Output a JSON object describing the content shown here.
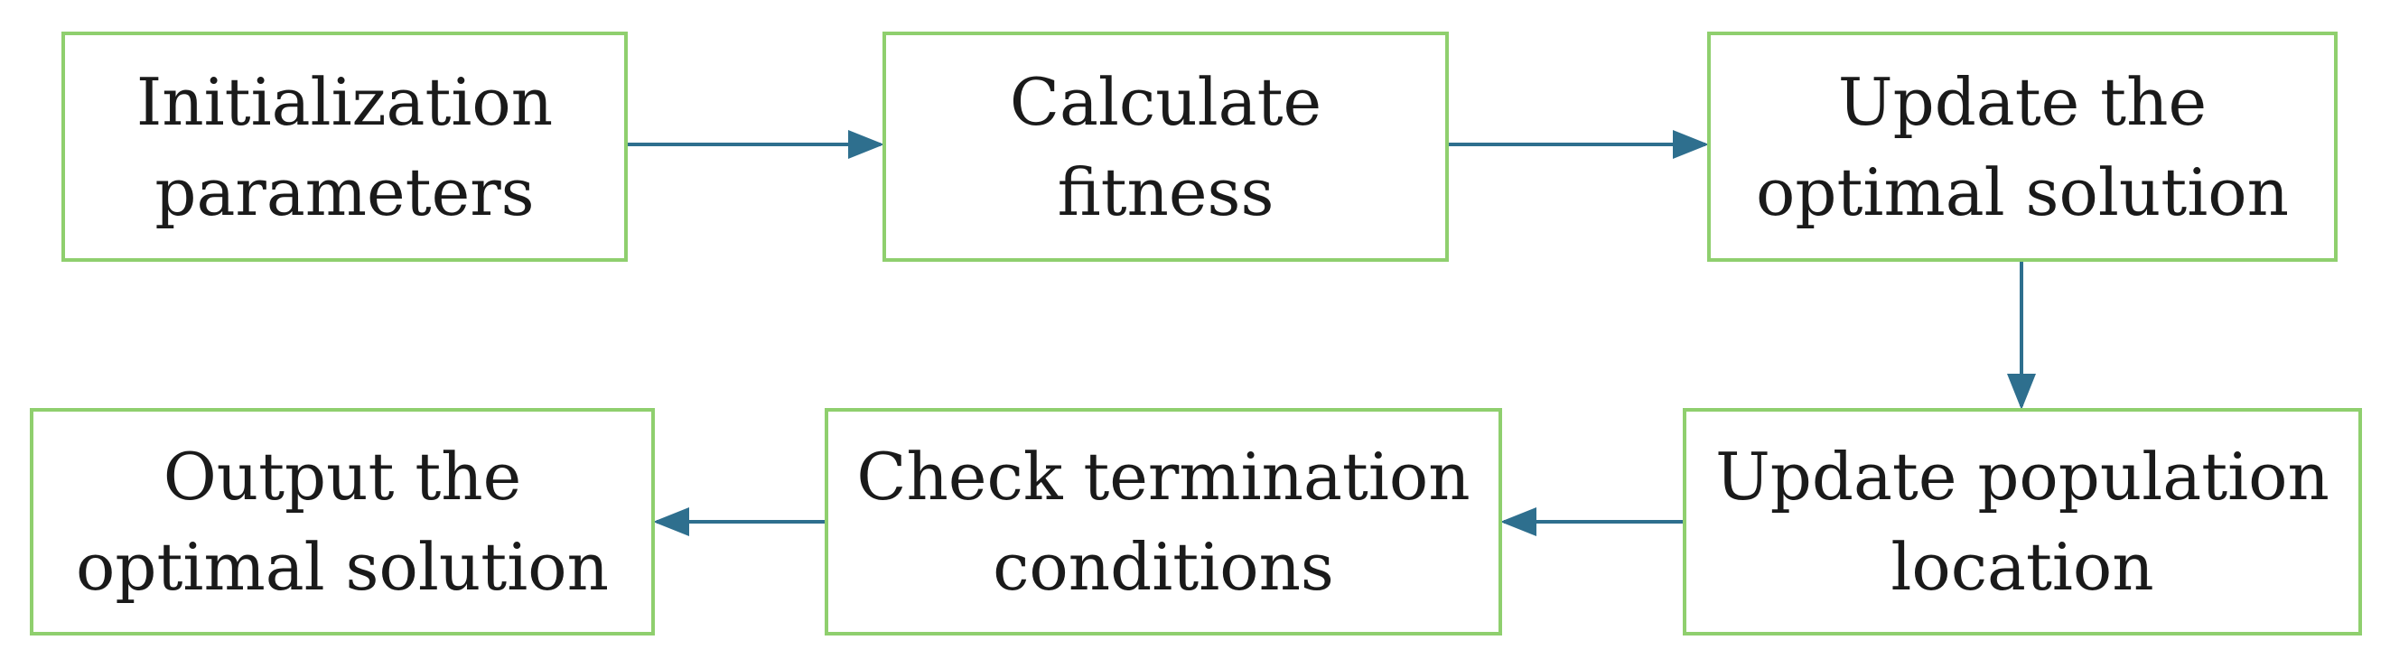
{
  "diagram": {
    "colors": {
      "box_border": "#8fcf6e",
      "arrow": "#2e6f8e",
      "text": "#1a1a1a"
    },
    "nodes": [
      {
        "id": "n1",
        "lines": [
          "Initialization",
          "parameters"
        ]
      },
      {
        "id": "n2",
        "lines": [
          "Calculate",
          "fitness"
        ]
      },
      {
        "id": "n3",
        "lines": [
          "Update the",
          "optimal solution"
        ]
      },
      {
        "id": "n4",
        "lines": [
          "Update population",
          "location"
        ]
      },
      {
        "id": "n5",
        "lines": [
          "Check termination",
          "conditions"
        ]
      },
      {
        "id": "n6",
        "lines": [
          "Output the",
          "optimal solution"
        ]
      }
    ],
    "edges": [
      {
        "from": "n1",
        "to": "n2"
      },
      {
        "from": "n2",
        "to": "n3"
      },
      {
        "from": "n3",
        "to": "n4"
      },
      {
        "from": "n4",
        "to": "n5"
      },
      {
        "from": "n5",
        "to": "n6"
      }
    ]
  }
}
